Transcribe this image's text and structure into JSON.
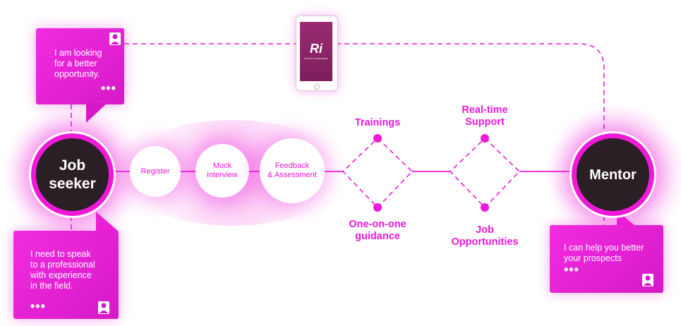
{
  "hubs": {
    "left": "Job\nseeker",
    "right": "Mentor"
  },
  "bubbles": {
    "top_left": "I am looking\nfor a better\nopportunity.",
    "bottom_left": "I need to speak\nto a professional\nwith experience\nin the field.",
    "right": "I can help you better\nyour prospects"
  },
  "ellipsis": "•••",
  "steps": {
    "register": "Register",
    "mock": "Mock\ninterview",
    "feedback": "Feedback\n& Assessment"
  },
  "labels": {
    "trainings": "Trainings",
    "guidance": "One-on-one\nguidance",
    "realtime": "Real-time\nSupport",
    "jobs": "Job\nOpportunities"
  },
  "tablet": {
    "logo": "Ri",
    "tagline": "RETRO INTERVIEWS"
  },
  "colors": {
    "accent": "#ee1ad8",
    "hub_fill": "#2a1f25",
    "label": "#e81ad6"
  }
}
